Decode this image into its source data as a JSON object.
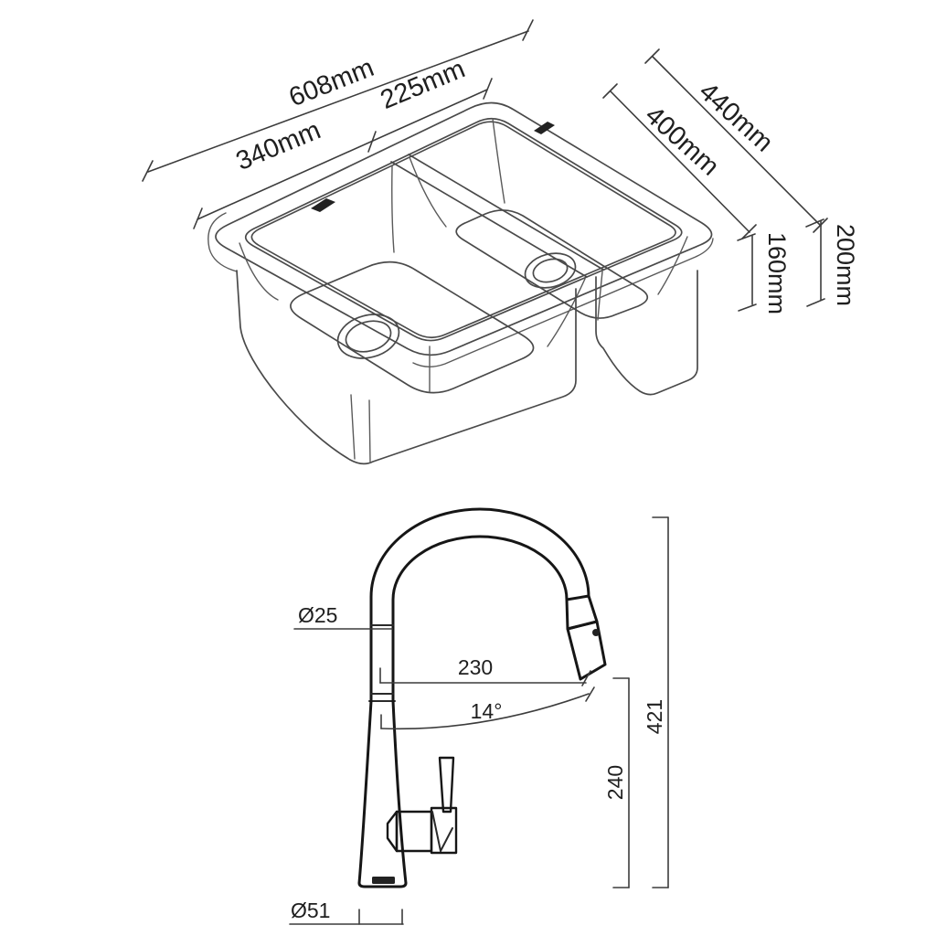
{
  "colors": {
    "ink": "#2f2f2f",
    "background": "#ffffff"
  },
  "drawing": {
    "sink": {
      "dims": {
        "overall_width": "608mm",
        "small_bowl_width": "225mm",
        "large_bowl_width": "340mm",
        "overall_depth": "440mm",
        "bowl_front_back": "400mm",
        "bowl_depth": "160mm",
        "overall_height": "200mm"
      }
    },
    "faucet": {
      "dims": {
        "spout_tube_diameter": "Ø25",
        "spout_reach": "230",
        "spout_angle": "14°",
        "overall_height": "421",
        "spout_height": "240",
        "base_diameter": "Ø51"
      }
    }
  }
}
